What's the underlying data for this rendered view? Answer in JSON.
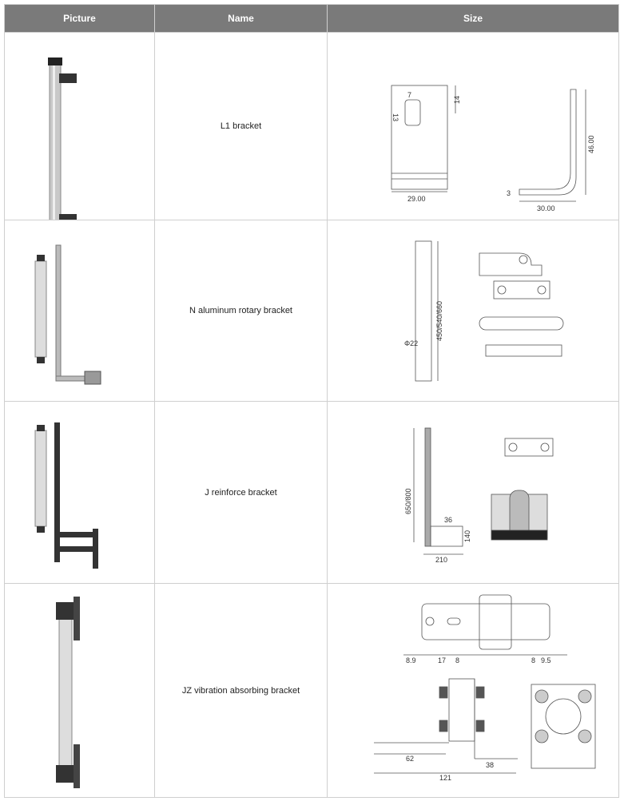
{
  "header": {
    "picture": "Picture",
    "name": "Name",
    "size": "Size"
  },
  "rows": [
    {
      "name": "L1 bracket",
      "dims": {
        "w_slot": "7",
        "top": "14",
        "slot_h": "13",
        "width": "29.00",
        "length": "30.00",
        "thick": "3",
        "height": "46.00"
      }
    },
    {
      "name": "N aluminum rotary bracket",
      "dims": {
        "height": "450/540/660",
        "dia": "Φ22"
      }
    },
    {
      "name": "J reinforce bracket",
      "dims": {
        "height": "650/800",
        "width": "210",
        "foot": "140",
        "gap": "36"
      }
    },
    {
      "name": "JZ vibration absorbing bracket",
      "dims": {
        "a": "8.9",
        "b": "17",
        "c": "8",
        "d": "8",
        "e": "9.5",
        "total": "121",
        "left": "62",
        "right": "38"
      }
    }
  ],
  "colors": {
    "header_bg": "#7a7a7a",
    "border": "#cfcfcf"
  }
}
